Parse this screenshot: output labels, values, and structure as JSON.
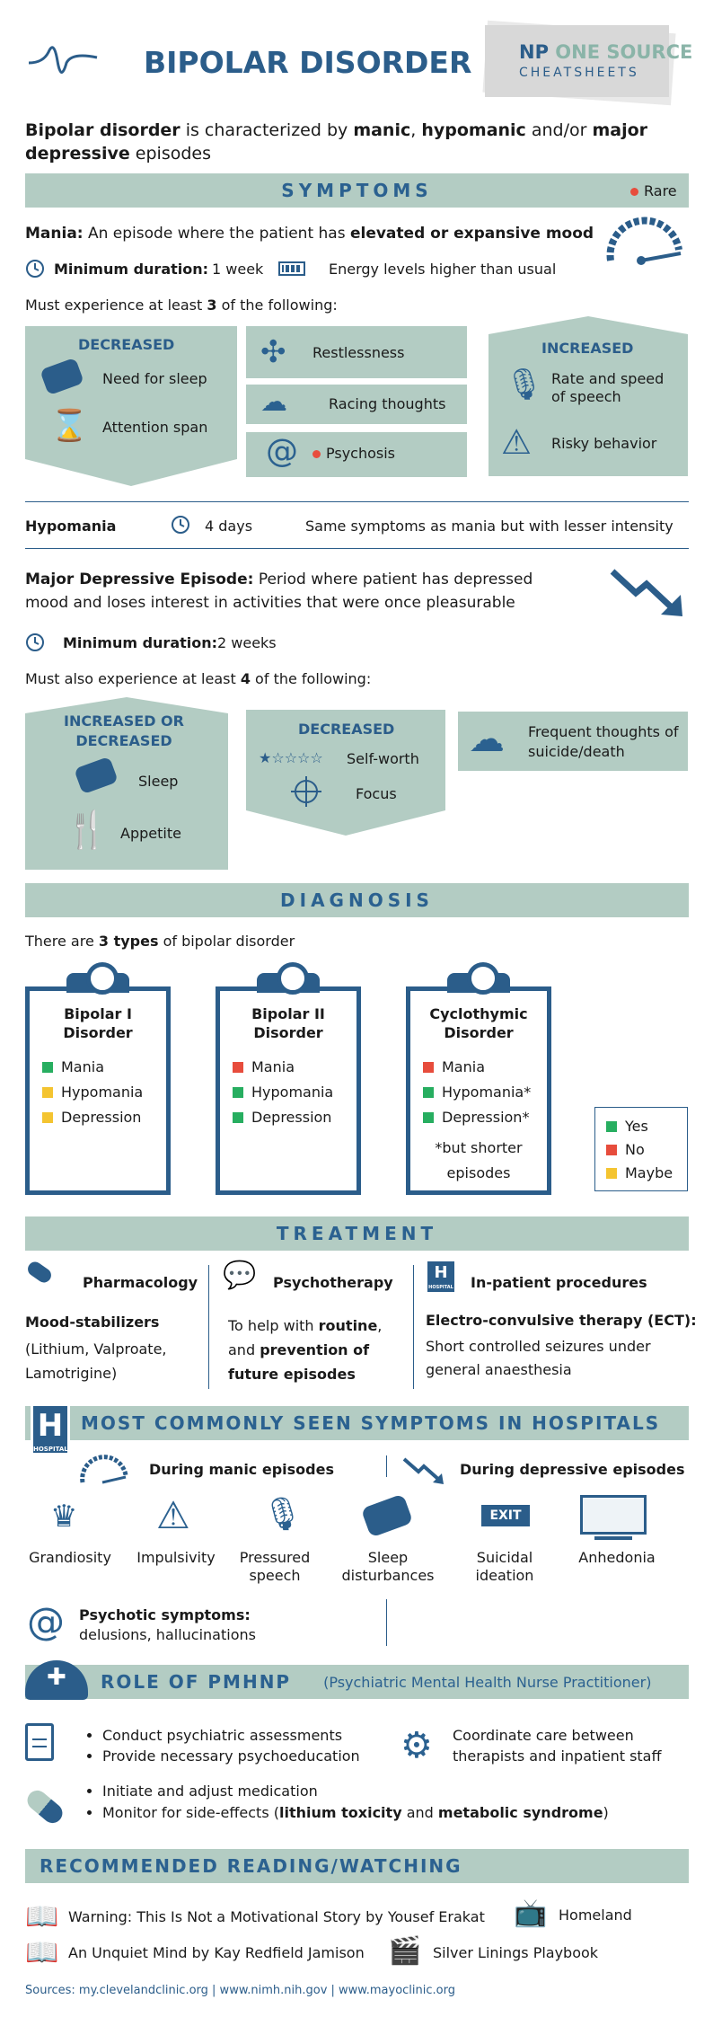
{
  "header": {
    "title": "BIPOLAR DISORDER",
    "brand_np": "NP",
    "brand_one": "ONE SOURCE",
    "brand_sub": "CHEATSHEETS"
  },
  "intro": {
    "p1": "Bipolar disorder",
    "p2": " is characterized by ",
    "p3": "manic",
    ", ": "",
    "p4": ", ",
    "p5": "hypomanic",
    "p6": " and/or ",
    "p7": "major depressive",
    "p8": " episodes"
  },
  "symptoms": {
    "band": "SYMPTOMS",
    "rare": "Rare",
    "mania_label": "Mania:",
    "mania_text": " An episode where the patient has ",
    "mania_bold": "elevated or expansive mood",
    "min_duration": "Minimum duration:",
    "mania_dur": "1 week",
    "energy": "Energy levels higher than usual",
    "must_a": "Must experience at least ",
    "must_n": "3",
    "must_b": " of the following:",
    "decreased": "DECREASED",
    "need_sleep": "Need for sleep",
    "attention": "Attention span",
    "restless": "Restlessness",
    "racing": "Racing thoughts",
    "psychosis": "Psychosis",
    "increased": "INCREASED",
    "rate_speech": "Rate and speed of speech",
    "risky": "Risky behavior",
    "hypo_label": "Hypomania",
    "hypo_dur": "4 days",
    "hypo_text": "Same symptoms as mania but with lesser intensity",
    "mde_label": "Major Depressive Episode:",
    "mde_text": " Period where patient has depressed mood and loses interest in activities that were once pleasurable",
    "mde_dur": "2 weeks",
    "must2_a": "Must also experience at least ",
    "must2_n": "4",
    "must2_b": " of the following:",
    "inc_dec": "INCREASED OR DECREASED",
    "sleep": "Sleep",
    "appetite": "Appetite",
    "decreased2": "DECREASED",
    "stars": "★☆☆☆☆",
    "self_worth": "Self-worth",
    "focus": "Focus",
    "suicide": "Frequent thoughts of suicide/death"
  },
  "diagnosis": {
    "band": "DIAGNOSIS",
    "intro_a": "There are ",
    "intro_b": "3 types",
    "intro_c": " of bipolar disorder",
    "cards": [
      {
        "title": "Bipolar I Disorder",
        "items": [
          {
            "t": "Mania",
            "c": "green"
          },
          {
            "t": "Hypomania",
            "c": "yellow"
          },
          {
            "t": "Depression",
            "c": "yellow"
          }
        ]
      },
      {
        "title": "Bipolar II Disorder",
        "items": [
          {
            "t": "Mania",
            "c": "red"
          },
          {
            "t": "Hypomania",
            "c": "green"
          },
          {
            "t": "Depression",
            "c": "green"
          }
        ]
      },
      {
        "title": "Cyclothymic Disorder",
        "items": [
          {
            "t": "Mania",
            "c": "red"
          },
          {
            "t": "Hypomania*",
            "c": "green"
          },
          {
            "t": "Depression*",
            "c": "green"
          }
        ],
        "note": "*but shorter episodes"
      }
    ],
    "legend": {
      "yes": "Yes",
      "no": "No",
      "maybe": "Maybe"
    }
  },
  "treatment": {
    "band": "TREATMENT",
    "pharm": "Pharmacology",
    "mood": "Mood-stabilizers",
    "drugs": "(Lithium, Valproate, Lamotrigine)",
    "psycho": "Psychotherapy",
    "psycho_a": "To help with ",
    "psycho_b": "routine",
    "psycho_c": ", and ",
    "psycho_d": "prevention of future episodes",
    "inpat": "In-patient procedures",
    "ect": "Electro-convulsive therapy (ECT):",
    "ect_text": "Short controlled seizures under general anaesthesia",
    "hospital": "HOSPITAL"
  },
  "hospitals": {
    "band": "MOST COMMONLY SEEN SYMPTOMS IN HOSPITALS",
    "manic": "During manic episodes",
    "depressive": "During depressive episodes",
    "items": [
      "Grandiosity",
      "Impulsivity",
      "Pressured speech",
      "Sleep disturbances",
      "Suicidal ideation",
      "Anhedonia"
    ],
    "exit": "EXIT",
    "psychotic": "Psychotic symptoms:",
    "psychotic_text": "delusions, hallucinations"
  },
  "role": {
    "band": "ROLE OF PMHNP",
    "sub": "(Psychiatric Mental Health Nurse Practitioner)",
    "b1": "Conduct psychiatric assessments",
    "b2": "Provide necessary psychoeducation",
    "coord": "Coordinate care between therapists and inpatient staff",
    "b3": "Initiate and adjust medication",
    "b4a": "Monitor for side-effects (",
    "b4b": "lithium toxicity",
    "b4c": " and ",
    "b4d": "metabolic syndrome",
    "b4e": ")"
  },
  "reading": {
    "band": "RECOMMENDED READING/WATCHING",
    "r1": "Warning: This Is Not a Motivational Story by Yousef Erakat",
    "r2": "Homeland",
    "r3": "An Unquiet Mind by Kay Redfield Jamison",
    "r4": "Silver Linings Playbook"
  },
  "sources": "Sources: my.clevelandclinic.org | www.nimh.nih.gov | www.mayoclinic.org",
  "colors": {
    "teal_band": "#b3ccc3",
    "navy": "#2b5d8a",
    "green": "#27ae60",
    "red": "#e74c3c",
    "yellow": "#f4c430"
  }
}
